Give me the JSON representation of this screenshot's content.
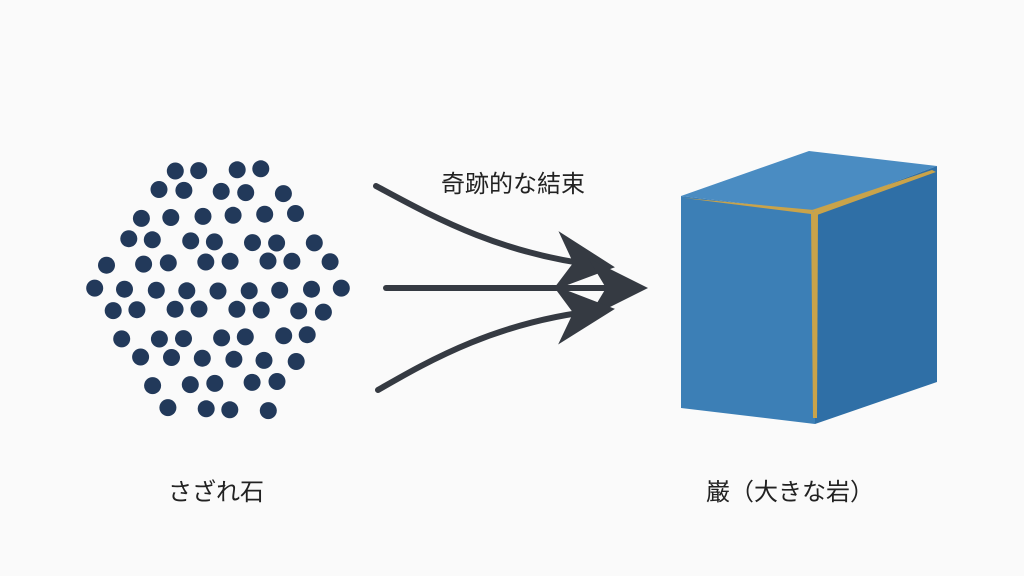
{
  "diagram": {
    "left_label": "さざれ石",
    "right_label": "巌（大きな岩）",
    "arrow_label": "奇跡的な結束",
    "colors": {
      "background": "#fafafa",
      "pebble": "#22395a",
      "arrow": "#353a42",
      "cube_front": "#3c7fb6",
      "cube_side": "#2f6fa6",
      "cube_top": "#4a8cc2",
      "seam": "#c9a34a"
    }
  }
}
